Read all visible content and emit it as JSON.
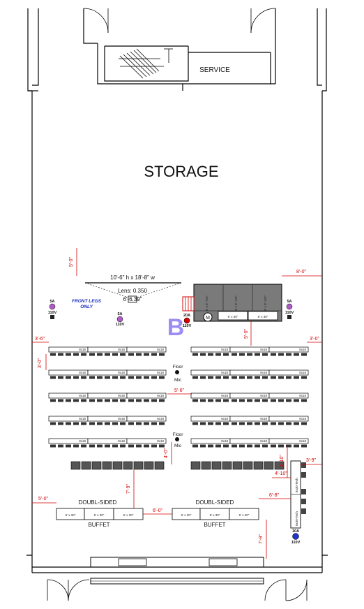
{
  "rooms": {
    "storage": "STORAGE",
    "service": "SERVICE"
  },
  "screen": {
    "size": "10'-6\" h  x  18'-8\" w",
    "lens": "Lens: 0.350",
    "throw": "6'-6.39\""
  },
  "notes": {
    "front_legs_line1": "FRONT LEGS",
    "front_legs_line2": "ONLY",
    "floor_mic_1a": "Floor",
    "floor_mic_1b": "Mic",
    "floor_mic_2a": "Floor",
    "floor_mic_2b": "Mic",
    "zone": "B",
    "monitor": "M"
  },
  "stage": {
    "risers": [
      "8' x 8'\n+24\"",
      "8' x 8'\n+24\"",
      "8' x 8'\n+24\""
    ],
    "front_tables": [
      "6' x 30\"",
      "6' x 30\""
    ]
  },
  "power": [
    {
      "amp": "5A",
      "volt": "110V"
    },
    {
      "amp": "5A",
      "volt": "110V"
    },
    {
      "amp": "20A",
      "volt": "110V"
    },
    {
      "amp": "5A",
      "volt": "110V"
    },
    {
      "amp": "10A",
      "volt": "110V"
    }
  ],
  "table_label": "8x18",
  "buffets": [
    {
      "top": "DOUBL-SIDED",
      "bottom": "BUFFET",
      "tables": [
        "6' x 30\"",
        "6' x 30\"",
        "6' x 30\""
      ]
    },
    {
      "top": "DOUBL-SIDED",
      "bottom": "BUFFET",
      "tables": [
        "6' x 30\"",
        "6' x 30\"",
        "6' x 30\""
      ]
    }
  ],
  "tech_tables": [
    "8x30-Tech",
    "8x30-Tech"
  ],
  "dimensions": {
    "d_5_0_top": "5'-0\"",
    "d_8_0": "8'-0\"",
    "d_3_6": "3'-6\"",
    "d_3_0_right": "3'-0\"",
    "d_3_0_left": "3'-0\"",
    "d_5_0_mid": "5'-0\"",
    "d_5_6": "5'-6\"",
    "d_4_0": "4'-0\"",
    "d_4_10_a": "4'-10\"",
    "d_4_10_b": "4'-10\"",
    "d_3_9": "3'-9\"",
    "d_7_9_left": "7'-9\"",
    "d_5_0_left": "5'-0\"",
    "d_6_8": "6'-8\"",
    "d_6_0": "6'-0\"",
    "d_7_9_right": "7'-9\""
  },
  "colors": {
    "dimension": "#d40000",
    "stage": "#7a7a7a",
    "zone": "#7b68ee",
    "outlet_purple": "#b05cc8",
    "outlet_red": "#d40000",
    "outlet_blue": "#2233cc"
  }
}
